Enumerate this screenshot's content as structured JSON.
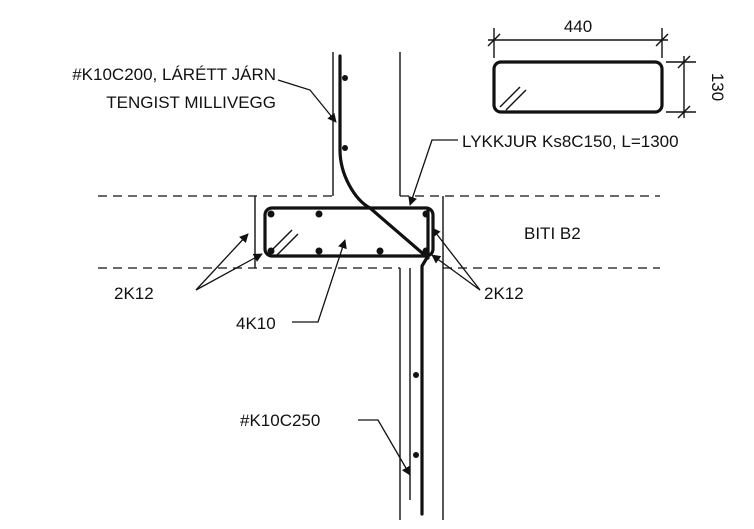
{
  "labels": {
    "top_left_line1": "#K10C200, LÁRÉTT JÁRN",
    "top_left_line2": "TENGIST MILLIVEGG",
    "stirrup": "LYKKJUR Ks8C150, L=1300",
    "beam": "BITI B2",
    "bars_left": "2K12",
    "bars_right": "2K12",
    "bars_middle": "4K10",
    "bottom_rebar": "#K10C250"
  },
  "section_detail": {
    "width_label": "440",
    "height_label": "130"
  }
}
